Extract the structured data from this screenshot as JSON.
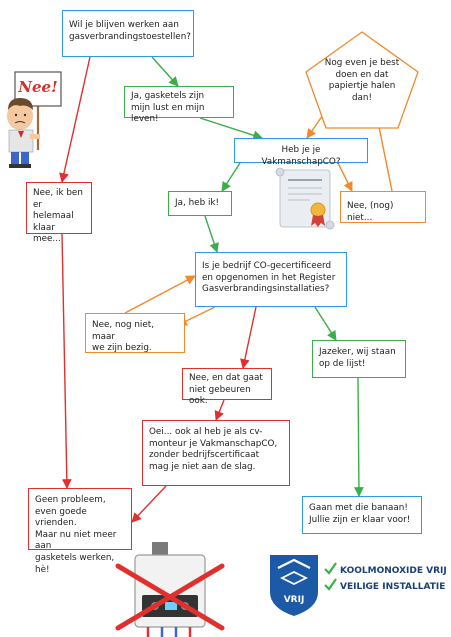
{
  "colors": {
    "blue": "#2e9be0",
    "green": "#3aae48",
    "orange": "#f08a2c",
    "red": "#e0302e",
    "navy": "#1c3f7a"
  },
  "nodes": {
    "q_keep_working": "Wil je blijven werken aan\ngasverbrandingstoestellen?",
    "a_lust_leven": "Ja, gasketels zijn\nmijn lust en mijn leven!",
    "a_reminder": "Nog even je best\ndoen en dat\npapiertje halen\ndan!",
    "q_vakmanschap": "Heb je je VakmanschapCO?",
    "a_yes_have": "Ja, heb ik!",
    "a_no_not_yet": "Nee, (nog) niet...",
    "a_done": "Nee, ik ben\ner helemaal\nklaar mee...",
    "q_certified": "Is je bedrijf CO-gecertificeerd\nen opgenomen in het Register\nGasverbrandingsinstallaties?",
    "a_busy": "Nee, nog niet, maar\nwe zijn bezig.",
    "a_listed": "Jazeker, wij staan\nop de lijst!",
    "a_never": "Nee, en dat gaat\nniet gebeuren ook.",
    "a_oei": "Oei... ook al heb je als cv-\nmonteur je VakmanschapCO,\nzonder bedrijfscertificaat\nmag je niet aan de slag.",
    "a_no_problem": "Geen probleem,\neven goede vrienden.\nMaar nu niet meer aan\ngasketels werken, hè!",
    "a_go": "Gaan met die banaan!\nJullie zijn er klaar voor!"
  },
  "sign_text": "Nee!",
  "logo": {
    "emblem_text": "VRIJ",
    "line1": "KOOLMONOXIDE VRIJ",
    "line2": "VEILIGE INSTALLATIE"
  }
}
